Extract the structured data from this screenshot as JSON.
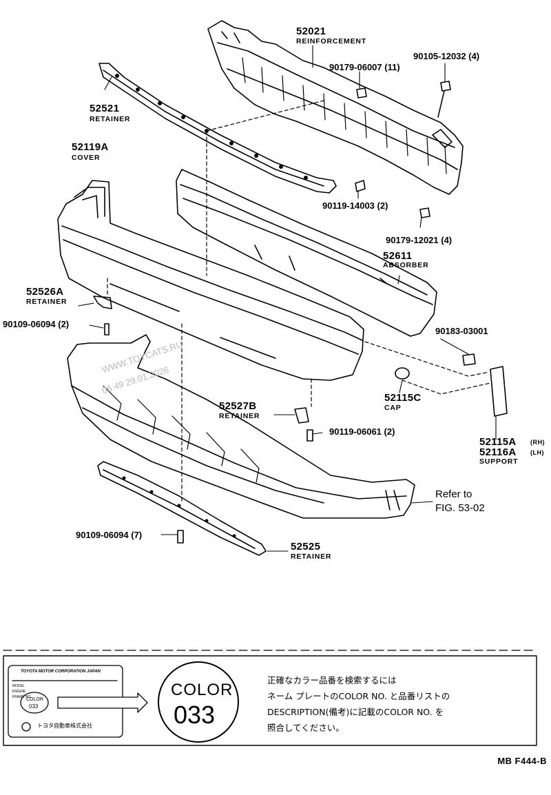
{
  "parts": {
    "p52021": {
      "number": "52021",
      "name": "REINFORCEMENT"
    },
    "p90179_06007": {
      "number": "90179-06007 (11)"
    },
    "p90105": {
      "number": "90105-12032 (4)"
    },
    "p52521": {
      "number": "52521",
      "name": "RETAINER"
    },
    "p52119A": {
      "number": "52119A",
      "name": "COVER"
    },
    "p90119_14003": {
      "number": "90119-14003 (2)"
    },
    "p90179_12021": {
      "number": "90179-12021 (4)"
    },
    "p52611": {
      "number": "52611",
      "name": "ABSORBER"
    },
    "p52526A": {
      "number": "52526A",
      "name": "RETAINER"
    },
    "p90109_a": {
      "number": "90109-06094 (2)"
    },
    "p90183": {
      "number": "90183-03001"
    },
    "p52115C": {
      "number": "52115C",
      "name": "CAP"
    },
    "p52527B": {
      "number": "52527B",
      "name": "RETAINER"
    },
    "p90119_06061": {
      "number": "90119-06061 (2)"
    },
    "p52115A": {
      "number": "52115A",
      "side": "(RH)"
    },
    "p52116A": {
      "number": "52116A",
      "side": "(LH)",
      "name": "SUPPORT"
    },
    "refer": {
      "line1": "Refer to",
      "line2": "FIG. 53-02"
    },
    "p90109_b": {
      "number": "90109-06094 (7)"
    },
    "p52525": {
      "number": "52525",
      "name": "RETAINER"
    }
  },
  "watermark": {
    "line1": "WWW.TOYCATS.RU",
    "line2": "06:49 29.01.2026"
  },
  "note": {
    "plate_header": "TOYOTA MOTOR CORPORATION JAPAN",
    "plate_rows": [
      "MODEL",
      "ENGINE",
      "FRAME NO."
    ],
    "plate_color_label": "COLOR",
    "plate_color_code": "033",
    "plate_footer": "トヨタ自動車株式会社",
    "big_color_label": "COLOR",
    "big_color_code": "033",
    "jp_line1": "正確なカラー品番を検索するには",
    "jp_line2": "ネーム プレートのCOLOR NO. と品番リストの",
    "jp_line3": "DESCRIPTION(備考)に記載のCOLOR NO. を",
    "jp_line4": "照合してください。"
  },
  "footer": {
    "code": "MB F444-B"
  }
}
